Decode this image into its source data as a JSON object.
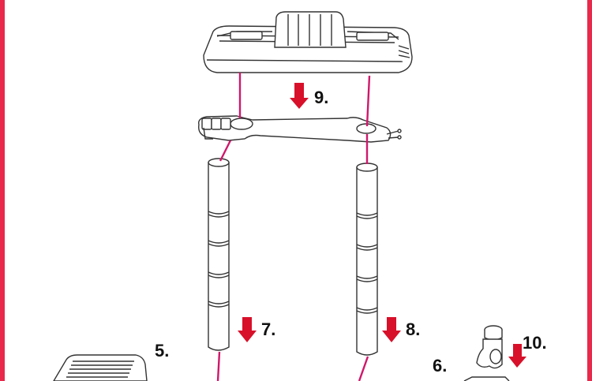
{
  "diagram": {
    "step_labels": [
      "9.",
      "7.",
      "8.",
      "5.",
      "6.",
      "10."
    ],
    "colors": {
      "frame": "#e8294b",
      "arrow": "#d8102a",
      "guide_line": "#d0176b",
      "outline": "#333333"
    }
  }
}
